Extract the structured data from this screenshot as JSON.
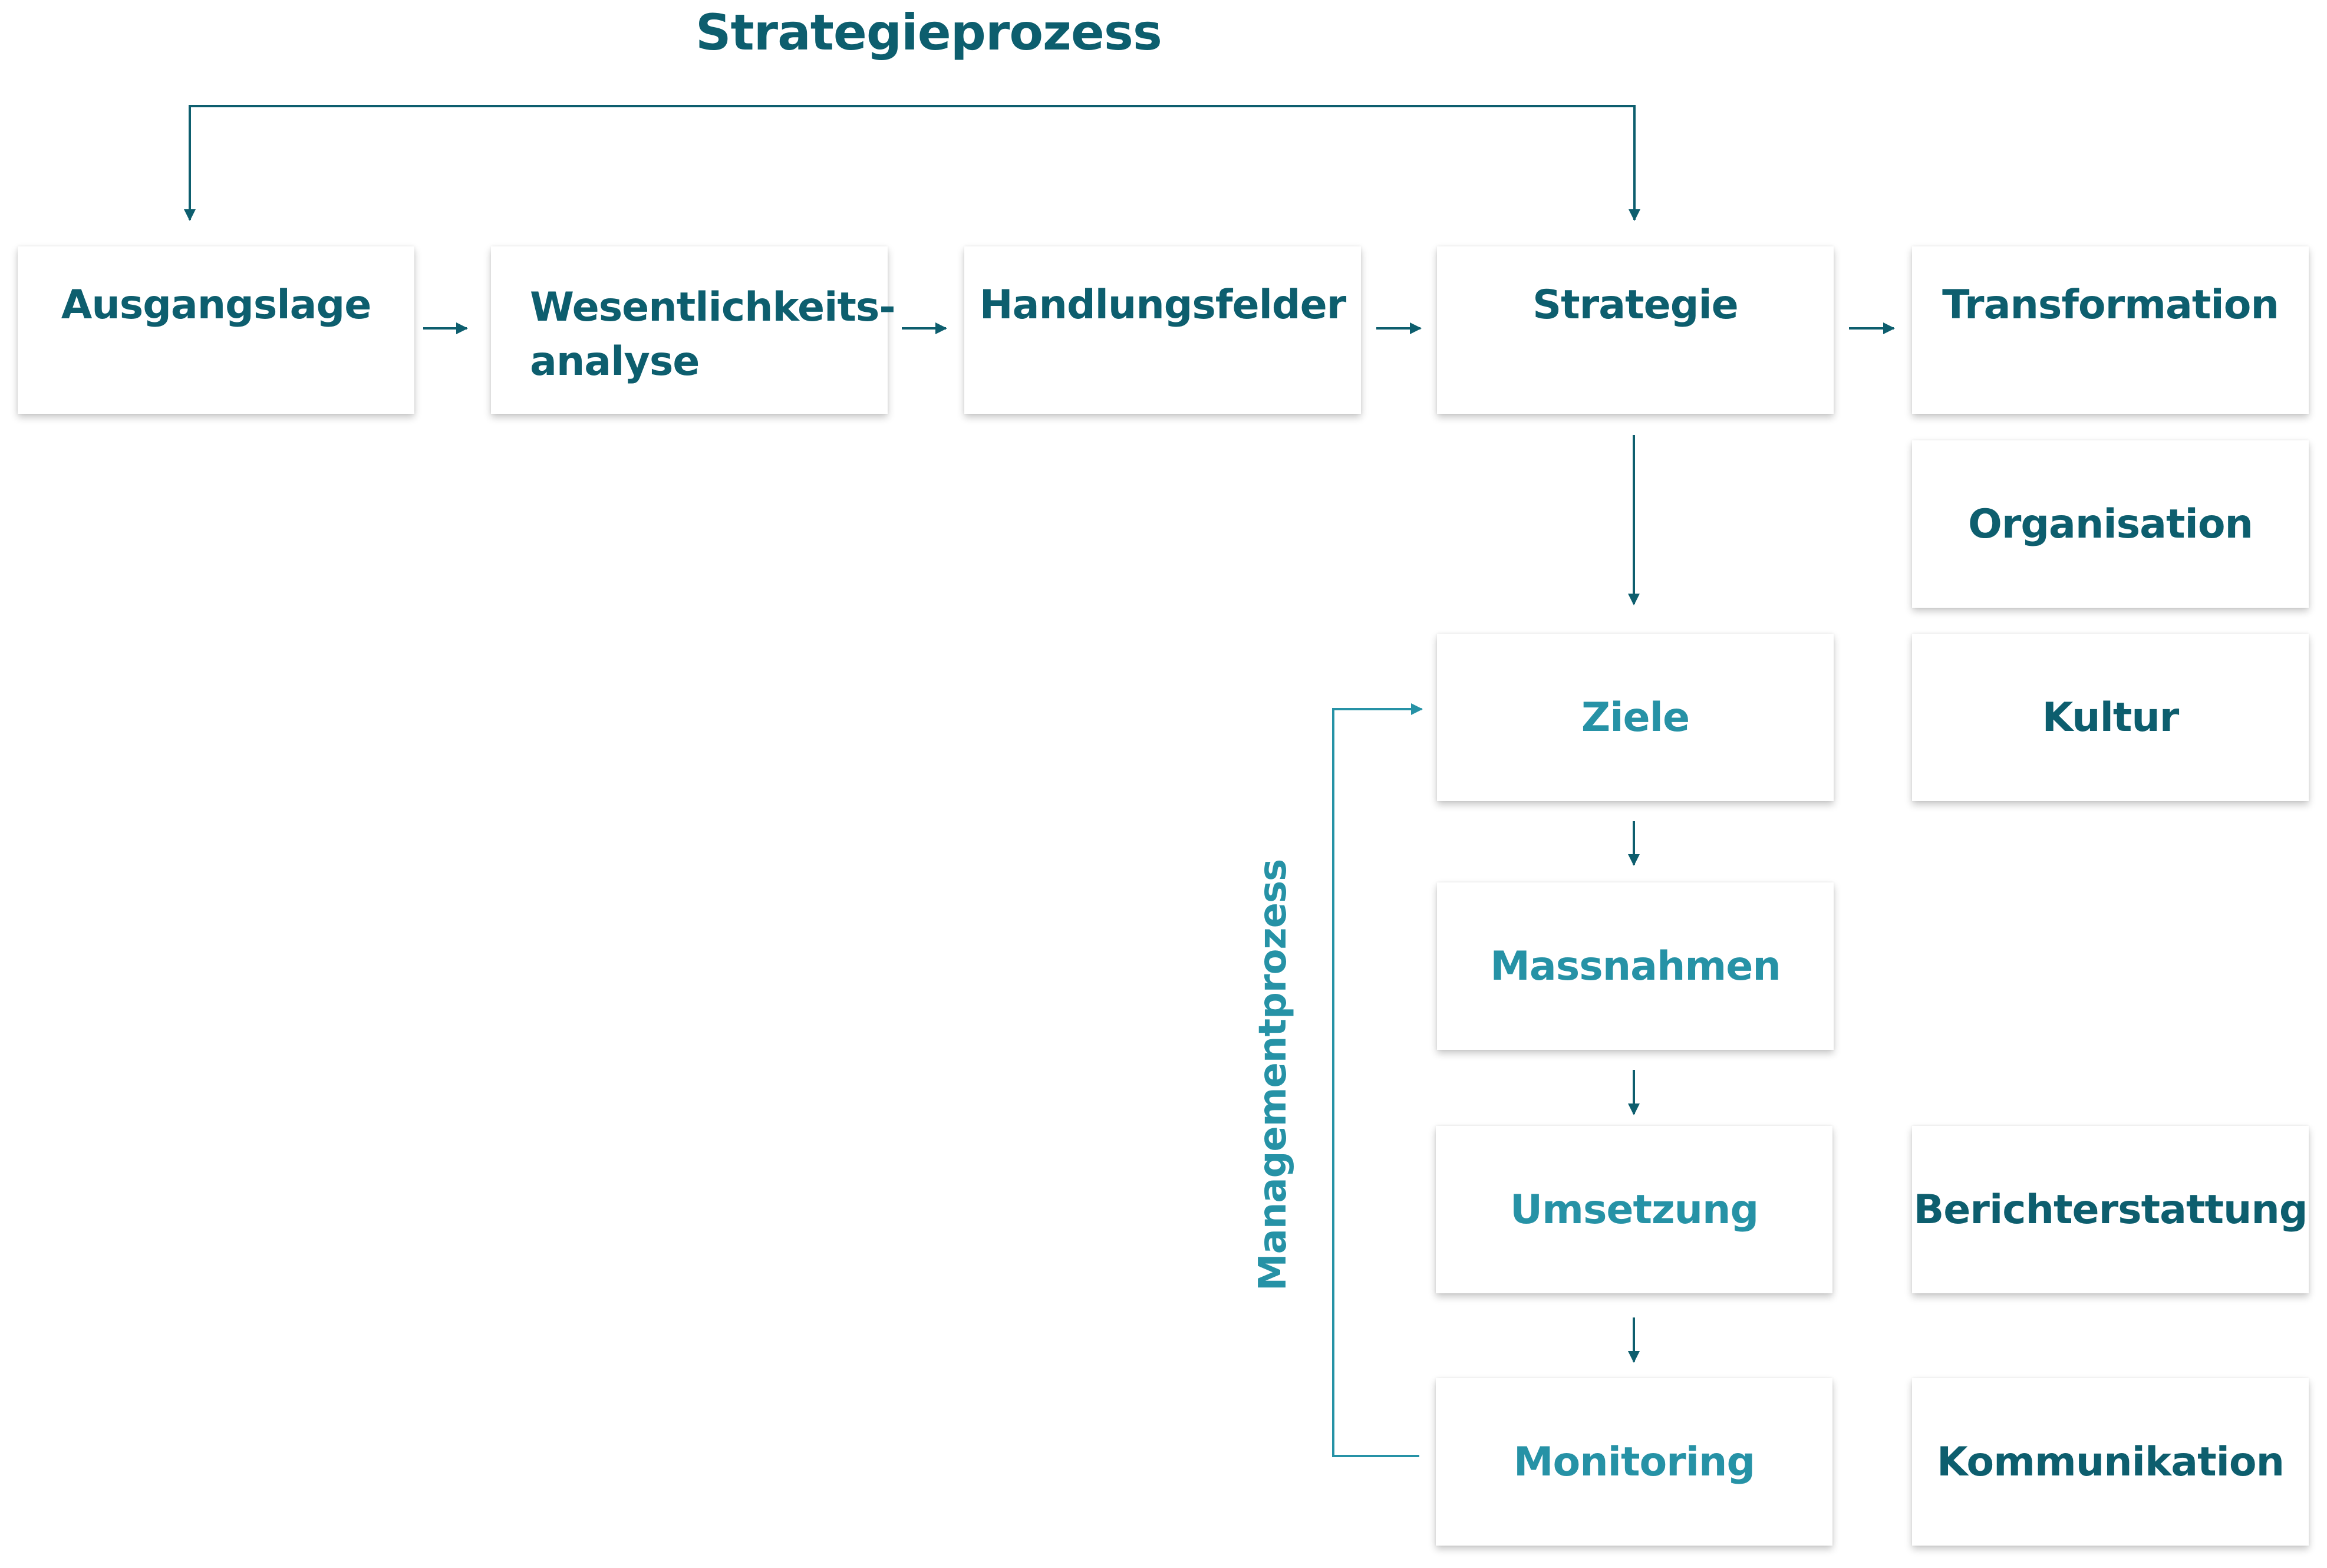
{
  "title": "Strategieprozess",
  "vertical_label": "Managementprozess",
  "top_row": {
    "ausgangslage": "Ausgangslage",
    "wesentlichkeit_line1": "Wesentlichkeits-",
    "wesentlichkeit_line2": "analyse",
    "handlungsfelder": "Handlungsfelder",
    "strategie": "Strategie",
    "transformation": "Transformation"
  },
  "management": {
    "ziele": "Ziele",
    "massnahmen": "Massnahmen",
    "umsetzung": "Umsetzung",
    "monitoring": "Monitoring"
  },
  "side": {
    "organisation": "Organisation",
    "kultur": "Kultur",
    "berichterstattung": "Berichterstattung",
    "kommunikation": "Kommunikation"
  },
  "colors": {
    "dark_teal": "#0d5e6e",
    "light_teal": "#2692a6",
    "line": "#0d5e6e"
  }
}
